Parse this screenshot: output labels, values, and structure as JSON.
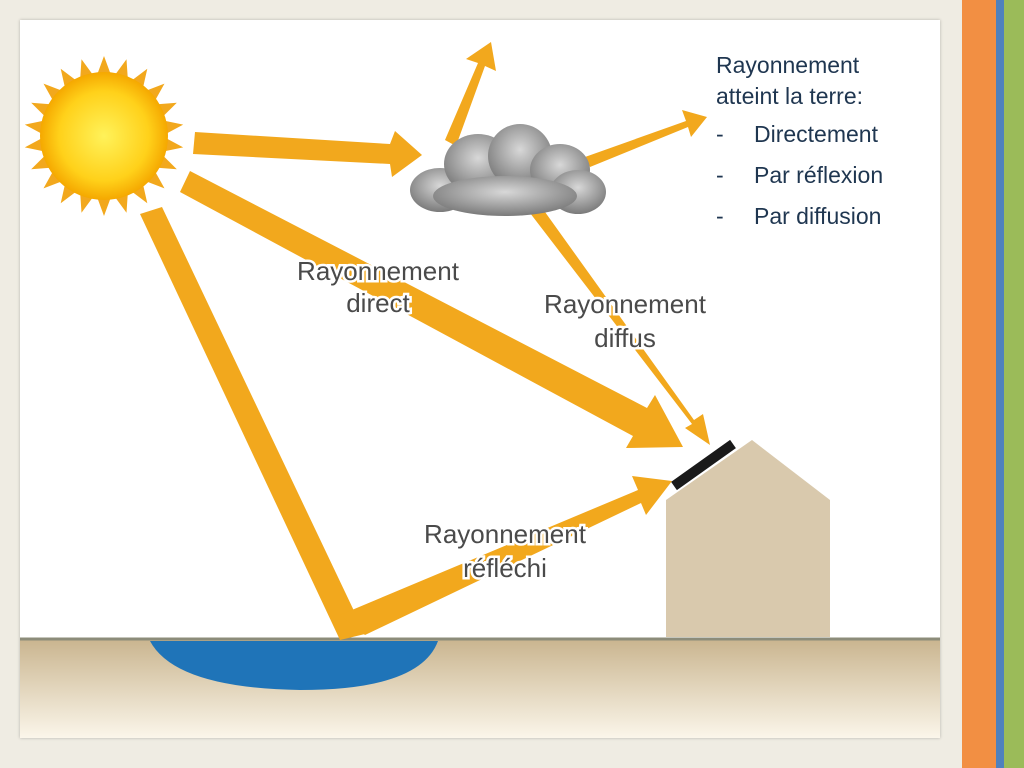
{
  "slide": {
    "colors": {
      "background": "#efece3",
      "canvas": "#ffffff",
      "stripe_orange": "#f28f43",
      "stripe_blue": "#4f81bd",
      "stripe_green": "#9bbb59",
      "ray": "#f2a81d",
      "sun": "#ffd11a",
      "cloud": "#8e8e8e",
      "water": "#1f74b8",
      "ground": "#d6c5a3",
      "house": "#d9c9ad",
      "panel": "#1a1a1a",
      "caption_text": "#1f3650"
    }
  },
  "diagram": {
    "labels": {
      "direct_line1": "Rayonnement",
      "direct_line2": "direct",
      "diffus_line1": "Rayonnement",
      "diffus_line2": "diffus",
      "reflechi_line1": "Rayonnement",
      "reflechi_line2": "réfléchi"
    }
  },
  "caption": {
    "heading_line1": "Rayonnement",
    "heading_line2": "atteint la terre:",
    "items": [
      {
        "dash": "-",
        "text": "Directement"
      },
      {
        "dash": "-",
        "text": "Par réflexion"
      },
      {
        "dash": "-",
        "text": "Par diffusion"
      }
    ]
  }
}
